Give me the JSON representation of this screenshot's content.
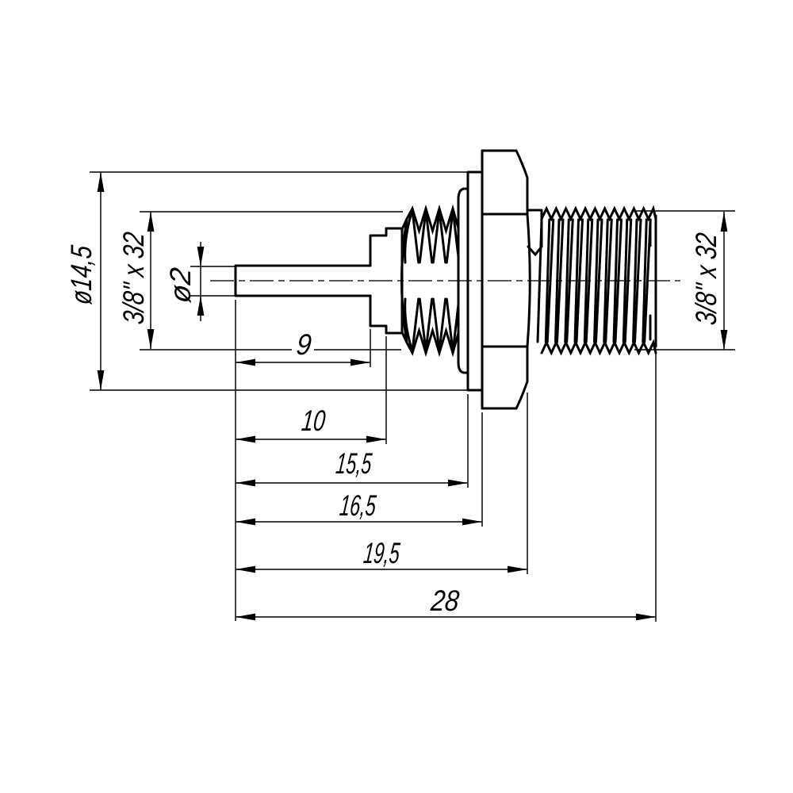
{
  "drawing": {
    "type": "technical-dimension-drawing",
    "part": "threaded coaxial bulkhead connector",
    "dimensions": {
      "flange_diameter": "ø14,5",
      "left_thread": "3/8\" x 32",
      "pin_diameter": "ø2",
      "len_9": "9",
      "len_10": "10",
      "len_15_5": "15,5",
      "len_16_5": "16,5",
      "len_19_5": "19,5",
      "len_28": "28",
      "right_thread": "3/8\" x 32"
    }
  }
}
